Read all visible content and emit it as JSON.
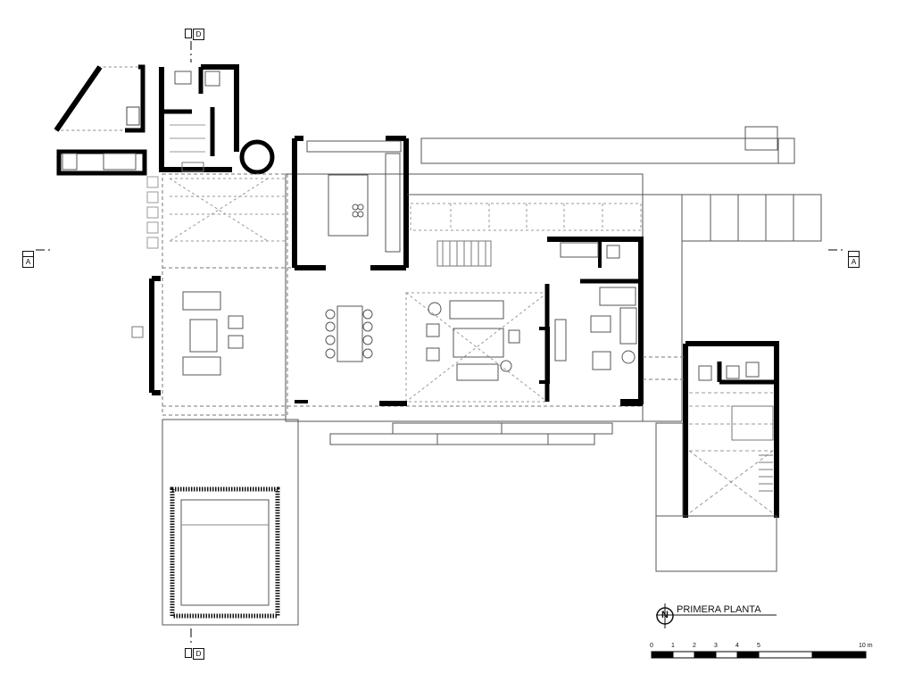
{
  "title": "PRIMERA PLANTA",
  "north_symbol": "N",
  "section_marks": {
    "top": "D",
    "bottom": "D",
    "left": "A",
    "right": "A"
  },
  "scale_bar": {
    "labels": [
      "0",
      "1",
      "2",
      "3",
      "4",
      "5",
      "10 m"
    ]
  }
}
